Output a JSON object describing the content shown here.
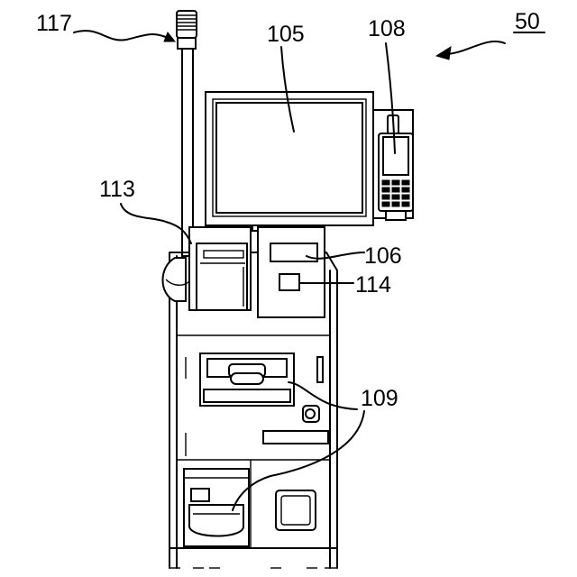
{
  "figure": {
    "reference": "50",
    "labels": {
      "display": "105",
      "payment_terminal": "108",
      "pole_light": "117",
      "printer_unit": "113",
      "card_slot": "106",
      "reader_window": "114",
      "cash_units": "109"
    }
  }
}
